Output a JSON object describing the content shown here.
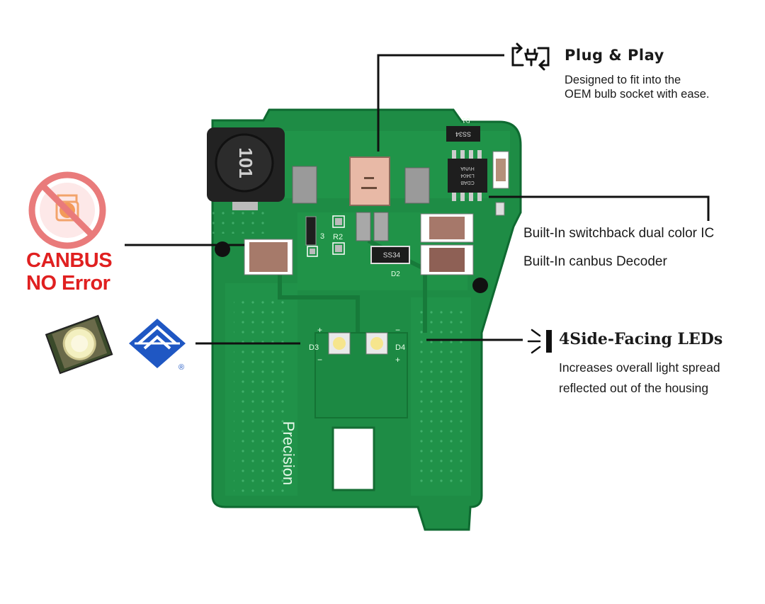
{
  "callouts": {
    "plug_and_play": {
      "title": "Plug & Play",
      "description_line1": "Designed to fit into the",
      "description_line2": "OEM bulb socket with ease.",
      "icon": "plug-swap-icon"
    },
    "ic_features": {
      "line1": "Built-In switchback dual color IC",
      "line2": "Built-In canbus Decoder"
    },
    "leds": {
      "title": "4Side-Facing LEDs",
      "description_line1": "Increases overall light spread",
      "description_line2": "reflected out of the housing",
      "icon": "light-emitter-icon"
    },
    "canbus": {
      "line1": "CANBUS",
      "line2": "NO Error",
      "icon": "no-warning-light-icon"
    },
    "led_chip": {
      "icon": "led-chip-icon",
      "brand_icon": "brand-logo-icon",
      "registered_mark": "®"
    }
  },
  "board": {
    "inductor_label": "101",
    "silkscreen_precision": "Precision",
    "designators": {
      "d1": "D1",
      "d2": "D2",
      "d3": "D3",
      "d4": "D4",
      "r2": "R2",
      "r3": "3",
      "plus": "+",
      "minus": "−"
    },
    "chip_markings": {
      "ss34_a": "SS34",
      "ss34_b": "SS34",
      "ic_line1": "CDAB",
      "ic_line2": "L3404",
      "ic_line3": "HVNA"
    }
  },
  "colors": {
    "pcb": "#1e8c45",
    "pcb_dark": "#157a39",
    "canbus_red": "#e02020",
    "logo_blue": "#1f57c3"
  }
}
